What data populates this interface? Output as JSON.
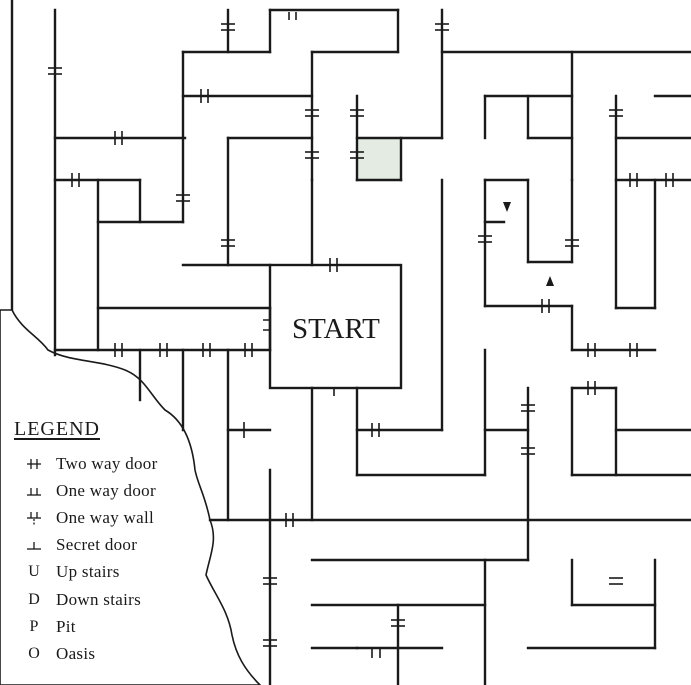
{
  "map": {
    "start_label": "START",
    "oasis_fill": "#e3ebe3"
  },
  "legend": {
    "title": "LEGEND",
    "items": [
      {
        "symbol": "two-way-door-icon",
        "label": "Two way door"
      },
      {
        "symbol": "one-way-door-icon",
        "label": "One way door"
      },
      {
        "symbol": "one-way-wall-icon",
        "label": "One way wall"
      },
      {
        "symbol": "secret-door-icon",
        "label": "Secret door"
      },
      {
        "symbol": "U",
        "label": "Up stairs"
      },
      {
        "symbol": "D",
        "label": "Down stairs"
      },
      {
        "symbol": "P",
        "label": "Pit"
      },
      {
        "symbol": "O",
        "label": "Oasis"
      }
    ]
  }
}
